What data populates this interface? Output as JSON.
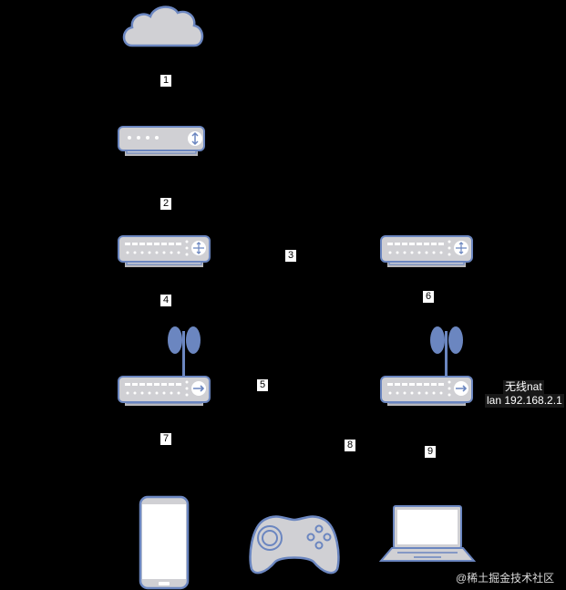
{
  "diagram": {
    "background": "#000000",
    "device_fill": "#d0d0d4",
    "device_stroke": "#6b86c0",
    "nodes": [
      {
        "id": "cloud",
        "type": "cloud",
        "label": ""
      },
      {
        "id": "modem",
        "type": "modem",
        "label": ""
      },
      {
        "id": "switch-left",
        "type": "switch",
        "label": ""
      },
      {
        "id": "switch-right",
        "type": "switch",
        "label": ""
      },
      {
        "id": "router-left",
        "type": "wireless-router",
        "label": ""
      },
      {
        "id": "router-right",
        "type": "wireless-router",
        "label": "无线nat\nlan 192.168.2.1"
      },
      {
        "id": "phone",
        "type": "phone",
        "label": ""
      },
      {
        "id": "gamepad",
        "type": "game-controller",
        "label": ""
      },
      {
        "id": "laptop",
        "type": "laptop",
        "label": ""
      }
    ],
    "edges": [
      {
        "label": "1",
        "from": "cloud",
        "to": "modem"
      },
      {
        "label": "2",
        "from": "modem",
        "to": "switch-left"
      },
      {
        "label": "3",
        "from": "switch-left",
        "to": "switch-right"
      },
      {
        "label": "4",
        "from": "switch-left",
        "to": "router-left"
      },
      {
        "label": "5",
        "from": "router-left",
        "to": "router-right"
      },
      {
        "label": "6",
        "from": "switch-right",
        "to": "router-right"
      },
      {
        "label": "7",
        "from": "router-left",
        "to": "phone"
      },
      {
        "label": "8",
        "from": "router-right",
        "to": "gamepad"
      },
      {
        "label": "9",
        "from": "router-right",
        "to": "laptop"
      }
    ],
    "router_right_note": {
      "line1": "无线nat",
      "line2": "lan 192.168.2.1"
    },
    "watermark": "@稀土掘金技术社区"
  }
}
